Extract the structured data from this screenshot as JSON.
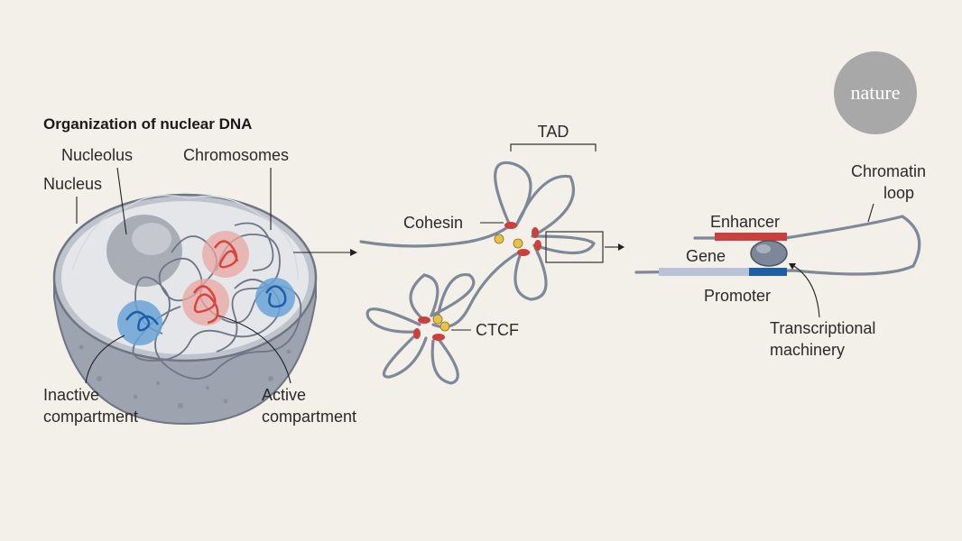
{
  "title": "Organization of nuclear DNA",
  "logo": "nature",
  "cell_labels": {
    "nucleolus": "Nucleolus",
    "chromosomes": "Chromosomes",
    "nucleus": "Nucleus",
    "inactive_line1": "Inactive",
    "inactive_line2": "compartment",
    "active_line1": "Active",
    "active_line2": "compartment"
  },
  "tad_labels": {
    "tad": "TAD",
    "cohesin": "Cohesin",
    "ctcf": "CTCF"
  },
  "loop_labels": {
    "chromatin_line1": "Chromatin",
    "chromatin_line2": "loop",
    "enhancer": "Enhancer",
    "gene": "Gene",
    "promoter": "Promoter",
    "machinery_line1": "Transcriptional",
    "machinery_line2": "machinery"
  },
  "colors": {
    "background": "#f3f0e9",
    "chromatin": "#7f8899",
    "active": "#d9443f",
    "inactive": "#2f7dc4",
    "cohesin": "#c9413e",
    "ctcf": "#e8c14a",
    "promoter": "#1f5fa8",
    "gene": "#b9c2d6"
  }
}
